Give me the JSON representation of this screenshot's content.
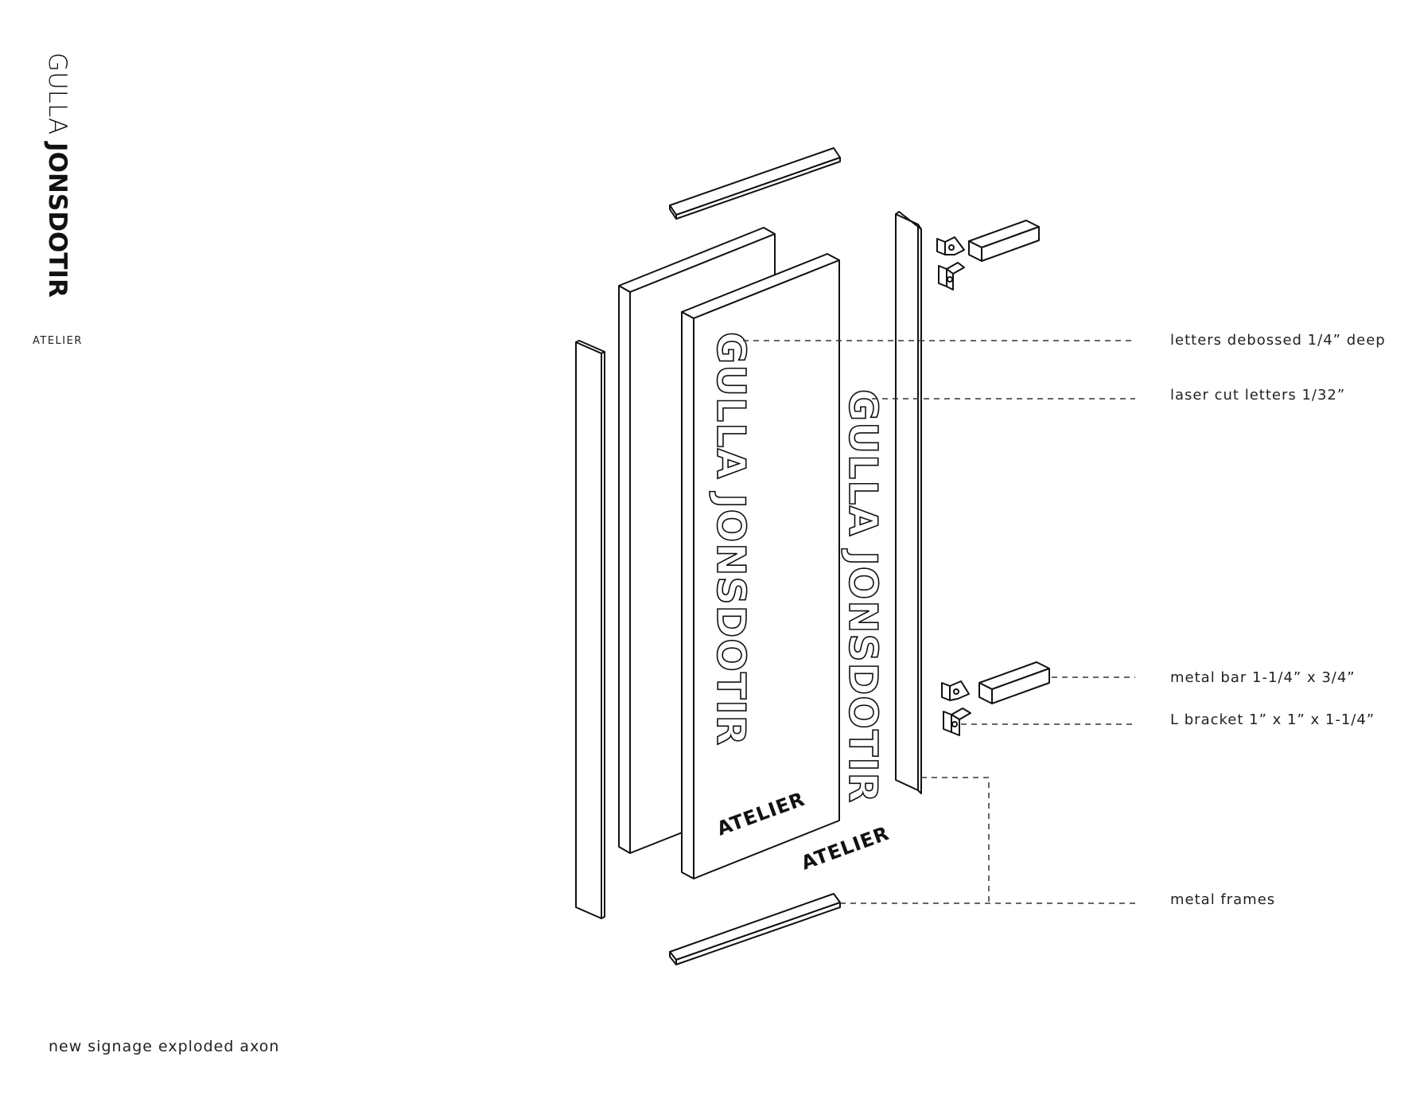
{
  "branding": {
    "name_first": "GULLA",
    "name_last": "JONSDOTIR",
    "subtitle": "ATELIER"
  },
  "drawing": {
    "panel_front_text": "GULLA JONSDOTIR",
    "panel_front_sub": "ATELIER",
    "cut_letters_text": "GULLA JONSDOTIR",
    "cut_letters_sub": "ATELIER"
  },
  "callouts": [
    {
      "text": "letters debossed 1/4” deep"
    },
    {
      "text": "laser cut letters 1/32”"
    },
    {
      "text": "metal bar 1-1/4” x 3/4”"
    },
    {
      "text": "L bracket 1” x 1” x 1-1/4”"
    },
    {
      "text": "metal frames"
    }
  ],
  "caption": "new signage exploded axon"
}
